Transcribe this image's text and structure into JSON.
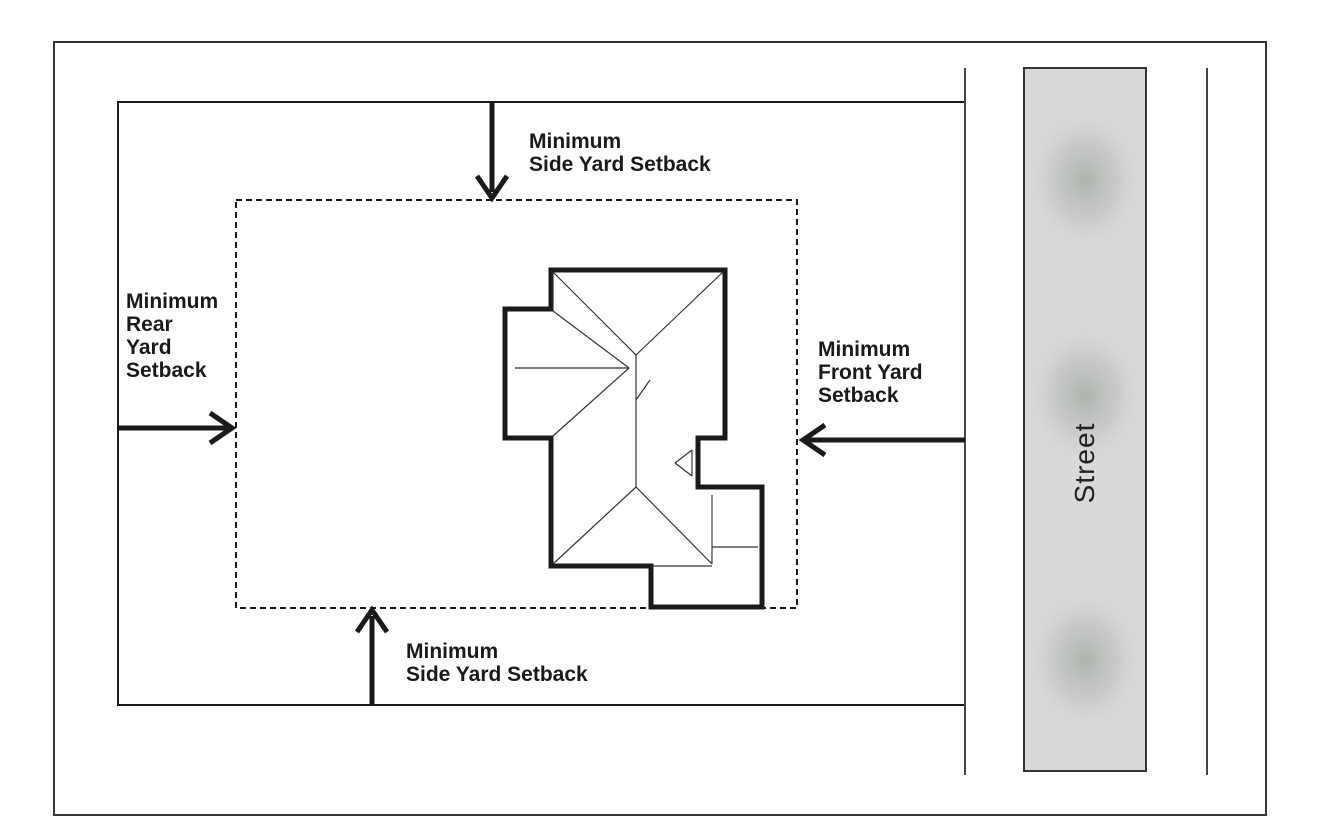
{
  "labels": {
    "top_side": {
      "line1": "Minimum",
      "line2": "Side Yard Setback"
    },
    "bottom_side": {
      "line1": "Minimum",
      "line2": "Side Yard Setback"
    },
    "rear": {
      "line1": "Minimum",
      "line2": "Rear",
      "line3": "Yard",
      "line4": "Setback"
    },
    "front": {
      "line1": "Minimum",
      "line2": "Front Yard",
      "line3": "Setback"
    },
    "street": "Street"
  },
  "colors": {
    "background": "#ffffff",
    "ink": "#1a1a1a",
    "street_fill": "#d9d9d9",
    "street_blotch": "#a9afa9"
  }
}
